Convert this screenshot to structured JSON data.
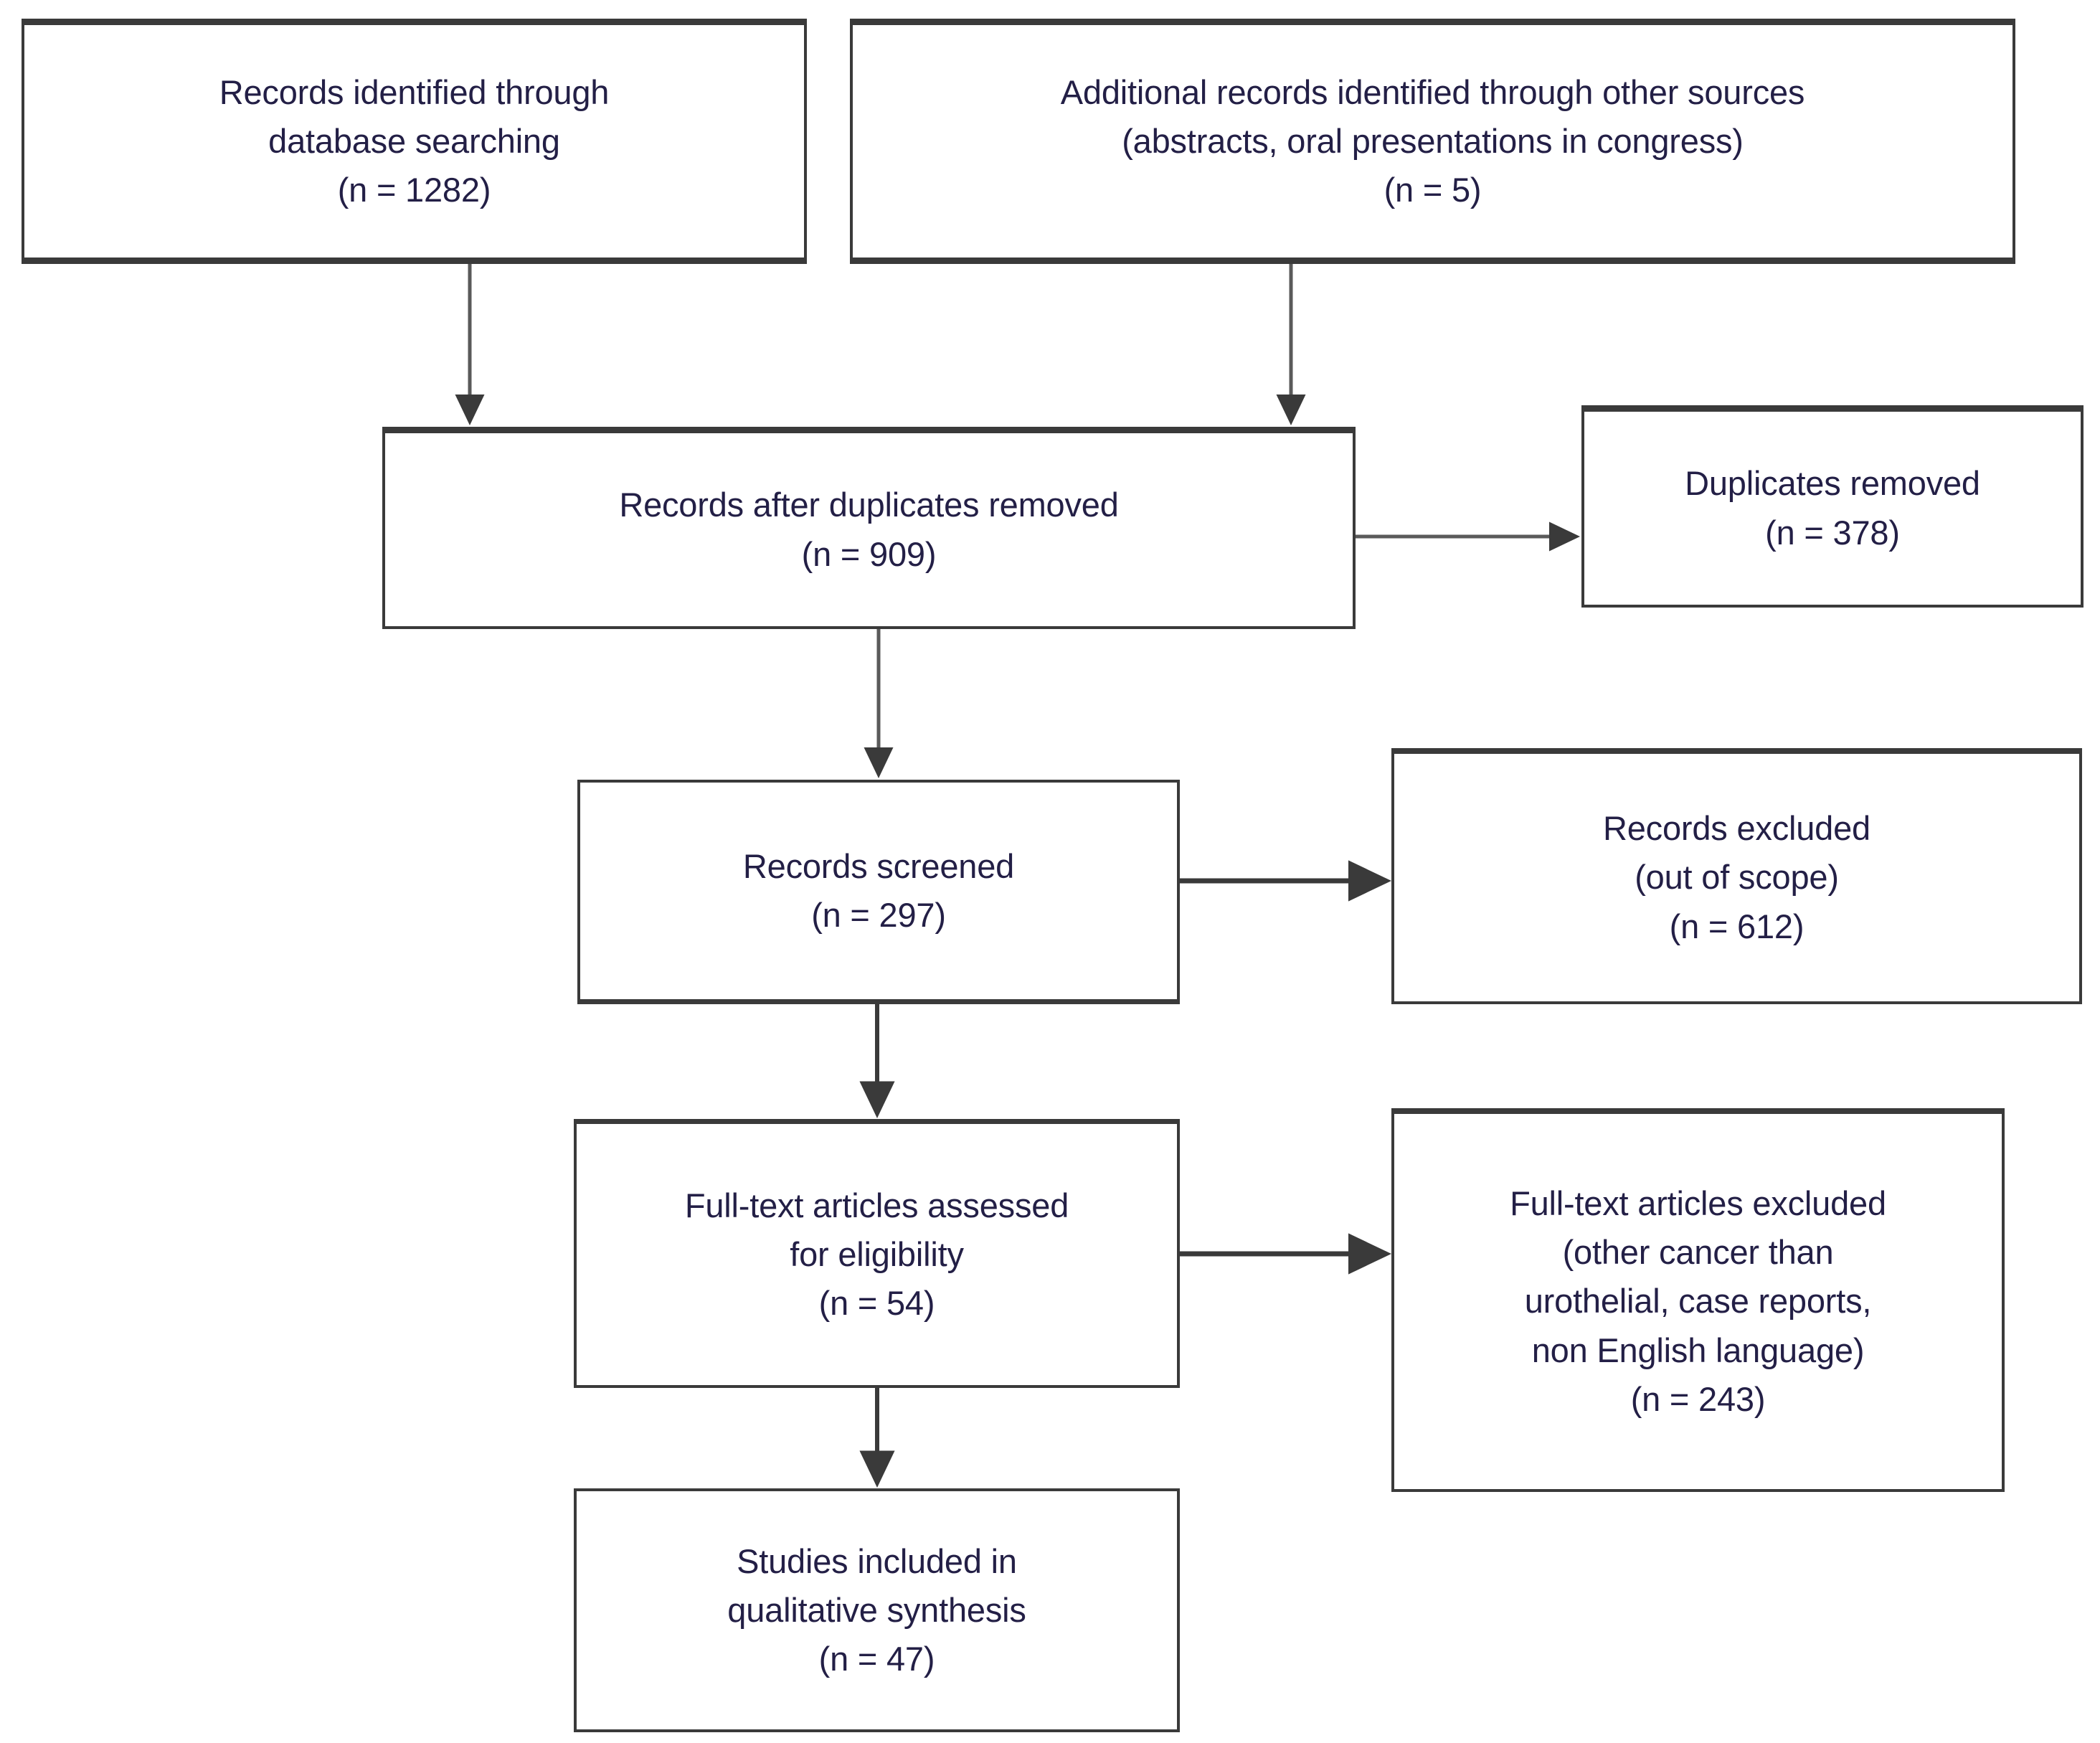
{
  "diagram": {
    "type": "prisma-flow-diagram",
    "colors": {
      "text": "#231f46",
      "box_border": "#3a3a3a",
      "connector": "#5a5a5a",
      "background": "#ffffff"
    },
    "nodes": {
      "db_search": {
        "id": "records-identified-database-searching",
        "text": "Records identified through\ndatabase searching\n(n = 1282)",
        "label": "Records identified through database searching",
        "count": 1282
      },
      "other_sources": {
        "id": "additional-records-other-sources",
        "text": "Additional records identified through other sources\n(abstracts, oral presentations in congress)\n(n = 5)",
        "label": "Additional records identified through other sources (abstracts, oral presentations in congress)",
        "count": 5
      },
      "after_dupes": {
        "id": "records-after-duplicates-removed",
        "text": "Records after duplicates removed\n(n = 909)",
        "label": "Records after duplicates removed",
        "count": 909
      },
      "dupes_removed": {
        "id": "duplicates-removed",
        "text": "Duplicates removed\n(n = 378)",
        "label": "Duplicates removed",
        "count": 378
      },
      "screened": {
        "id": "records-screened",
        "text": "Records screened\n(n = 297)",
        "label": "Records screened",
        "count": 297
      },
      "excluded": {
        "id": "records-excluded",
        "text": "Records excluded\n(out of scope)\n(n = 612)",
        "label": "Records excluded (out of scope)",
        "count": 612
      },
      "fulltext": {
        "id": "full-text-articles-assessed",
        "text": "Full-text articles assessed\nfor eligibility\n(n = 54)",
        "label": "Full-text articles assessed for eligibility",
        "count": 54
      },
      "fulltext_excluded": {
        "id": "full-text-articles-excluded",
        "text": "Full-text articles excluded\n(other cancer than\nurothelial, case reports,\nnon English language)\n(n = 243)",
        "label": "Full-text articles excluded (other cancer than urothelial, case reports, non English language)",
        "count": 243
      },
      "included": {
        "id": "studies-included-qualitative-synthesis",
        "text": "Studies included in\nqualitative synthesis\n(n = 47)",
        "label": "Studies included in qualitative synthesis",
        "count": 47
      }
    },
    "edges": [
      {
        "from": "db_search",
        "to": "after_dupes",
        "direction": "down"
      },
      {
        "from": "other_sources",
        "to": "after_dupes",
        "direction": "down"
      },
      {
        "from": "after_dupes",
        "to": "dupes_removed",
        "direction": "right"
      },
      {
        "from": "after_dupes",
        "to": "screened",
        "direction": "down"
      },
      {
        "from": "screened",
        "to": "excluded",
        "direction": "right"
      },
      {
        "from": "screened",
        "to": "fulltext",
        "direction": "down"
      },
      {
        "from": "fulltext",
        "to": "fulltext_excluded",
        "direction": "right"
      },
      {
        "from": "fulltext",
        "to": "included",
        "direction": "down"
      }
    ]
  }
}
